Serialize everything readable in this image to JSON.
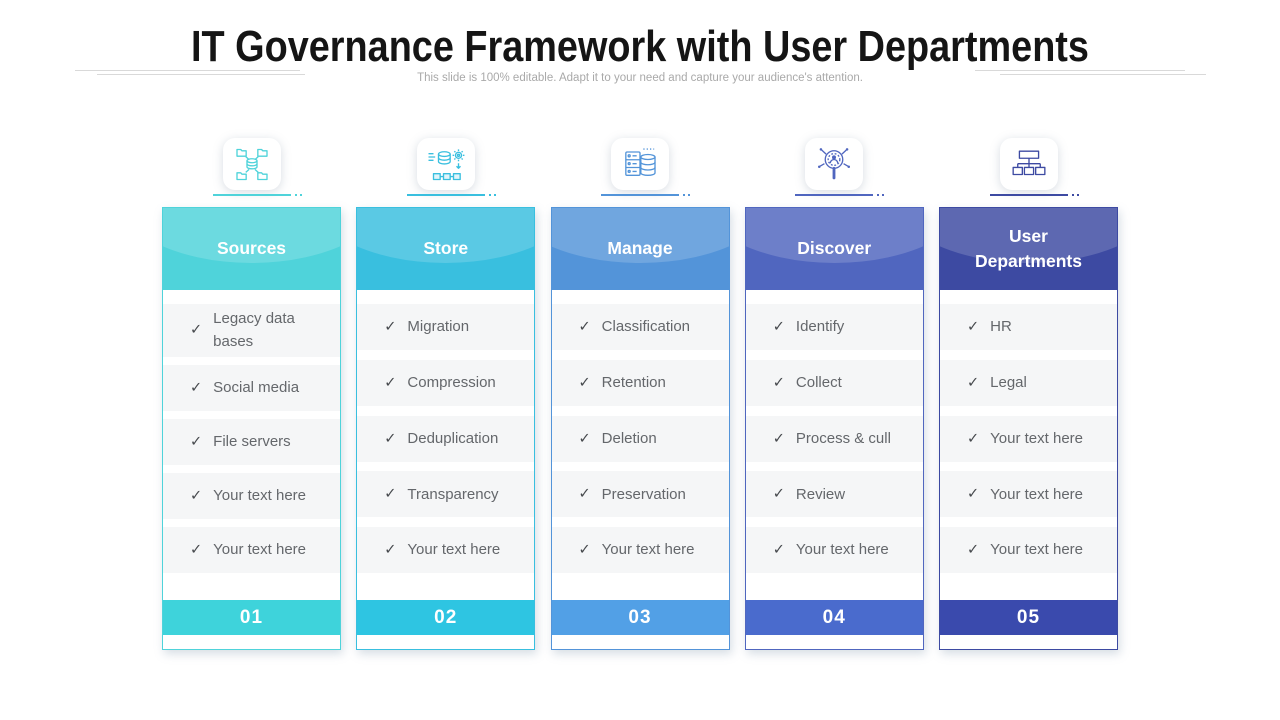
{
  "slide": {
    "title": "IT Governance Framework with User Departments",
    "subtitle": "This slide is 100% editable. Adapt it to your need and capture your audience's attention."
  },
  "check_glyph": "✓",
  "columns": [
    {
      "label": "Sources",
      "number": "01",
      "icon": "data-sources-icon",
      "accent": "#4FD3DA",
      "header_color": "#4FD3DA",
      "footer_color": "#3ED3DB",
      "items": [
        "Legacy data\nbases",
        "Social media",
        "File servers",
        "Your text here",
        "Your text here"
      ]
    },
    {
      "label": "Store",
      "number": "02",
      "icon": "data-store-icon",
      "accent": "#39BFDF",
      "header_color": "#39BFDF",
      "footer_color": "#2EC5E2",
      "items": [
        "Migration",
        "Compression",
        "Deduplication",
        "Transparency",
        "Your text here"
      ]
    },
    {
      "label": "Manage",
      "number": "03",
      "icon": "server-database-icon",
      "accent": "#5394D9",
      "header_color": "#5394D9",
      "footer_color": "#52A0E6",
      "items": [
        "Classification",
        "Retention",
        "Deletion",
        "Preservation",
        "Your text here"
      ]
    },
    {
      "label": "Discover",
      "number": "04",
      "icon": "discover-search-icon",
      "accent": "#5066BF",
      "header_color": "#5066BF",
      "footer_color": "#4A6BCD",
      "items": [
        "Identify",
        "Collect",
        "Process & cull",
        "Review",
        "Your text here"
      ]
    },
    {
      "label": "User Departments",
      "number": "05",
      "icon": "org-chart-icon",
      "accent": "#3D4AA2",
      "header_color": "#3D4AA2",
      "footer_color": "#3A4AAD",
      "items": [
        "HR",
        "Legal",
        "Your text here",
        "Your text here",
        "Your text here"
      ]
    }
  ]
}
